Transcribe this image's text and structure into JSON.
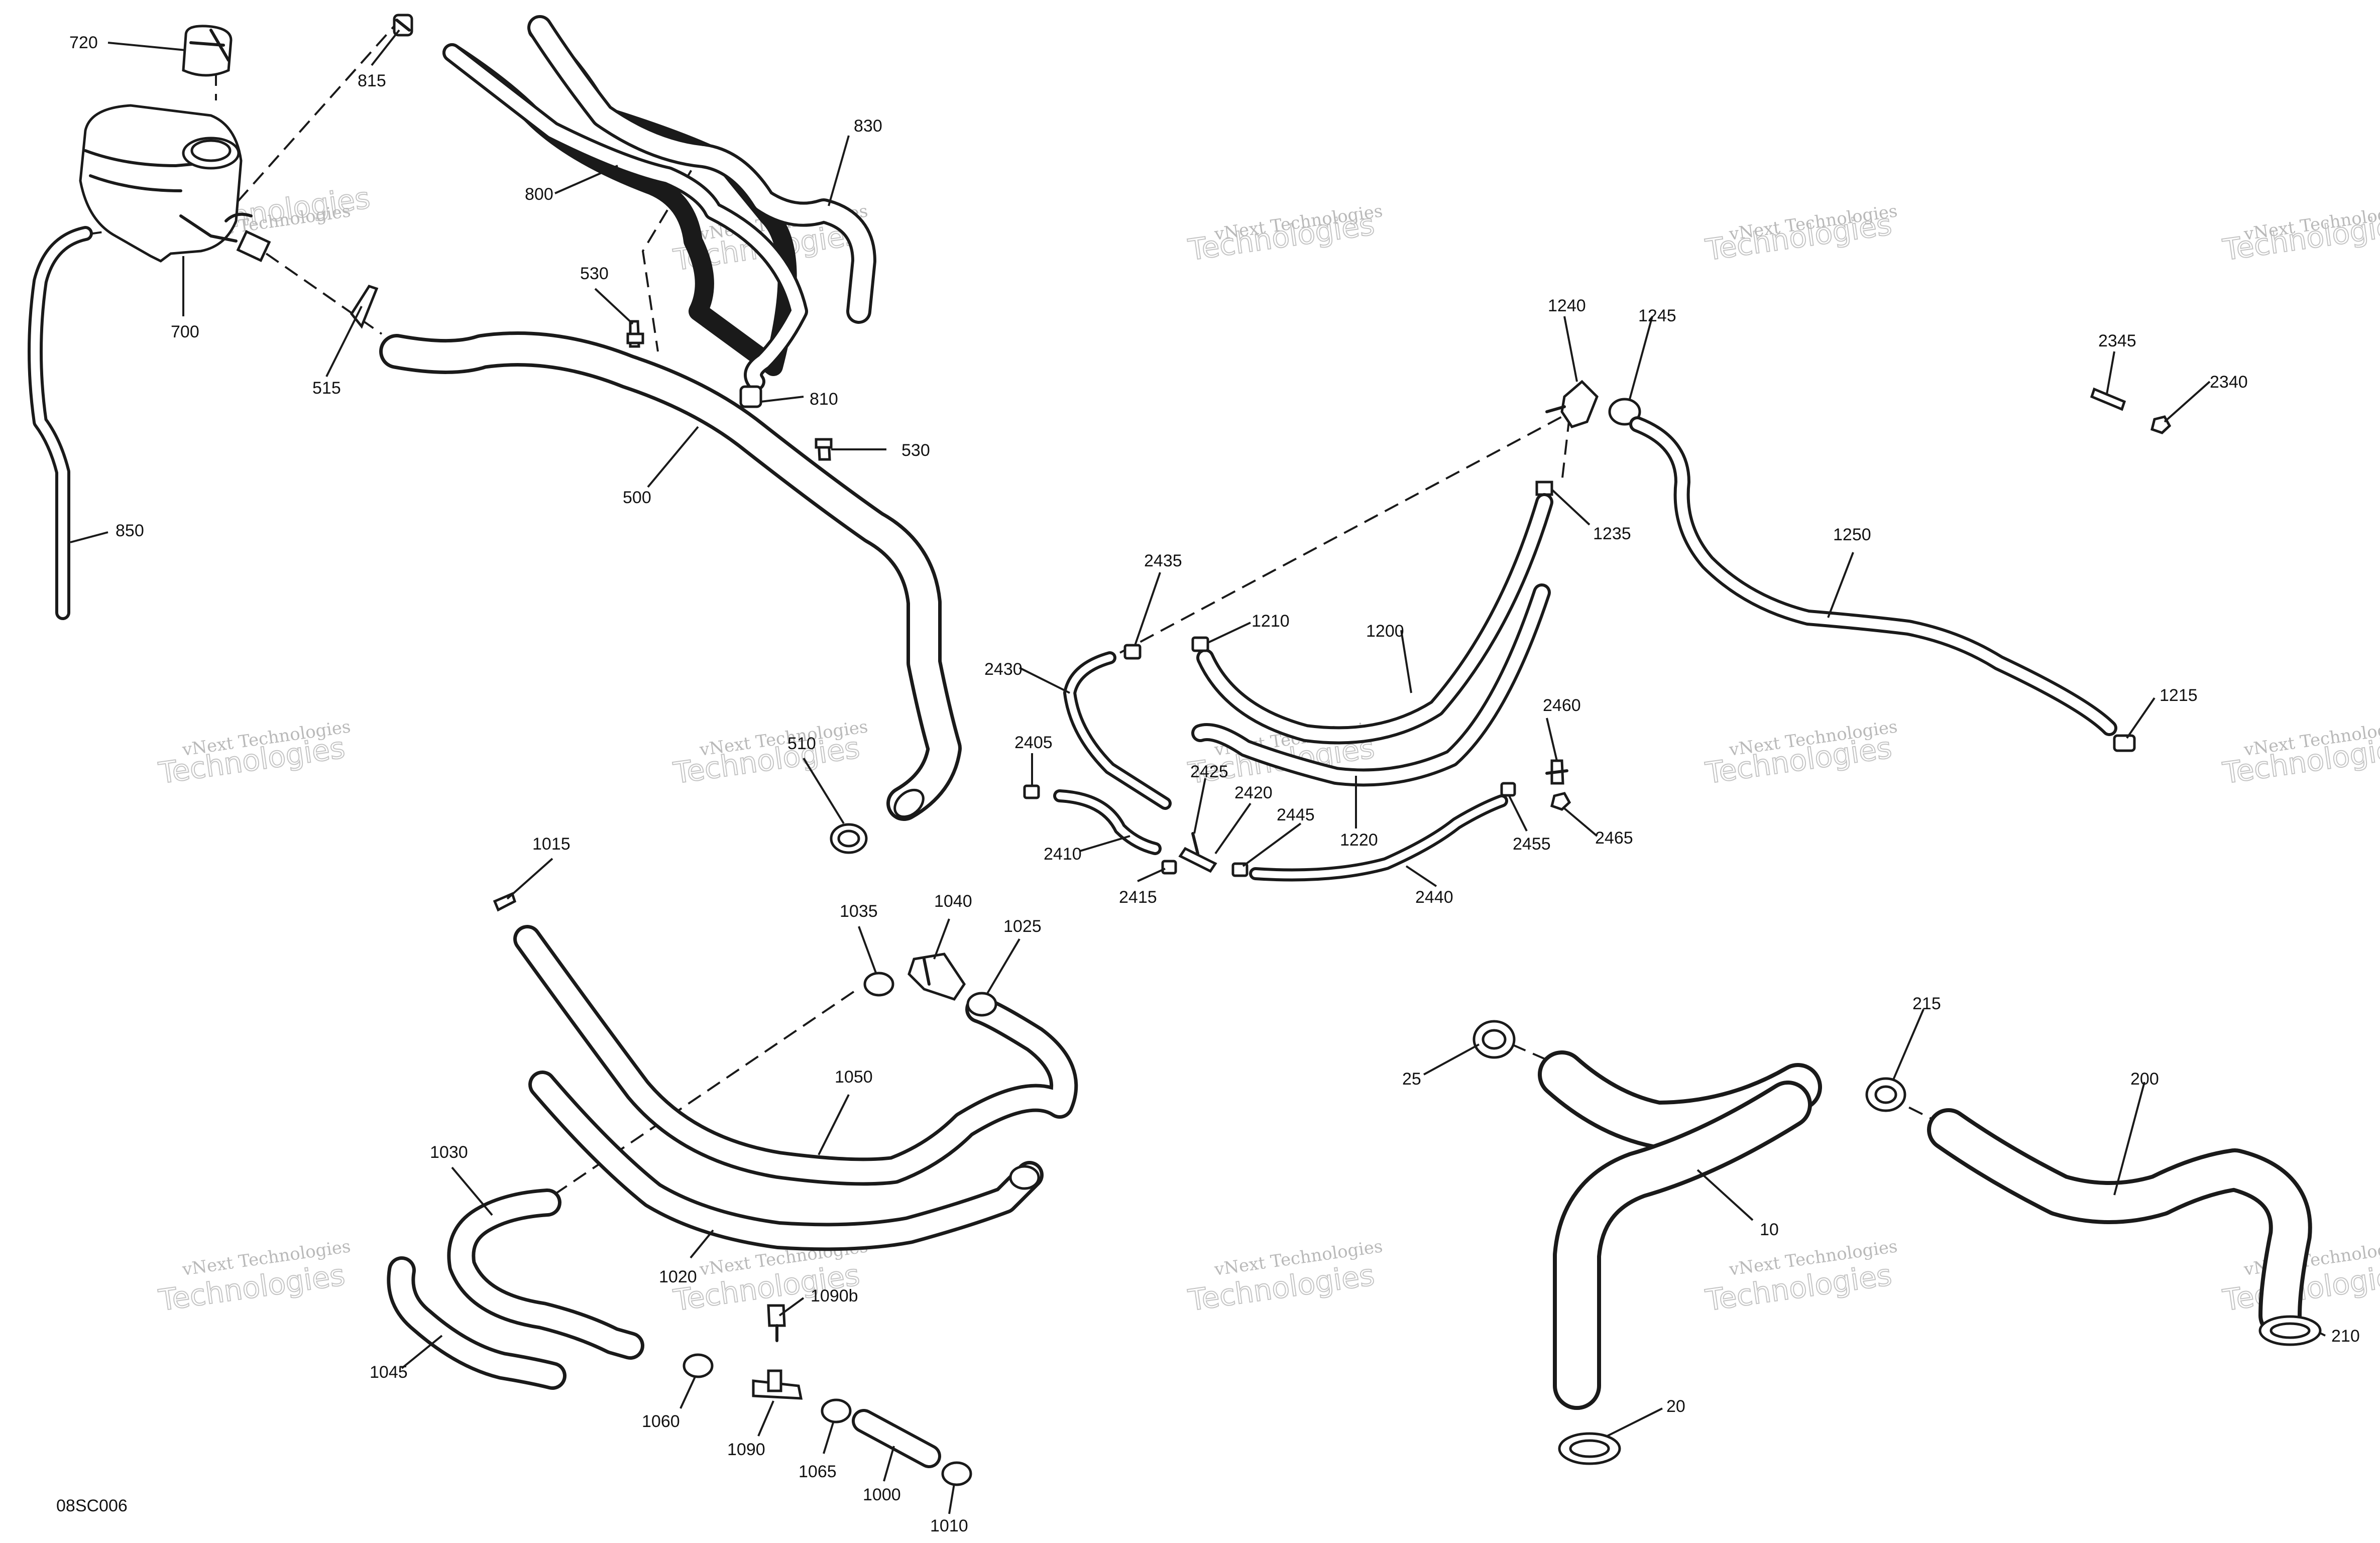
{
  "diagram_code": "08SC006",
  "watermark": {
    "line1": "vNext Technologies",
    "line2": "vNext",
    "line3": "Technologies"
  },
  "callouts": [
    "720",
    "815",
    "830",
    "800",
    "700",
    "515",
    "530",
    "530",
    "810",
    "500",
    "850",
    "510",
    "1240",
    "1245",
    "1235",
    "1250",
    "2345",
    "2340",
    "1215",
    "2435",
    "1210",
    "1200",
    "2430",
    "2405",
    "2425",
    "2420",
    "2410",
    "2415",
    "2445",
    "1220",
    "2440",
    "2460",
    "2455",
    "2465",
    "1015",
    "1040",
    "1035",
    "1025",
    "1050",
    "1030",
    "1020",
    "1090b",
    "1045",
    "1060",
    "1090",
    "1065",
    "1000",
    "1010",
    "25",
    "10",
    "20",
    "215",
    "200",
    "210"
  ]
}
